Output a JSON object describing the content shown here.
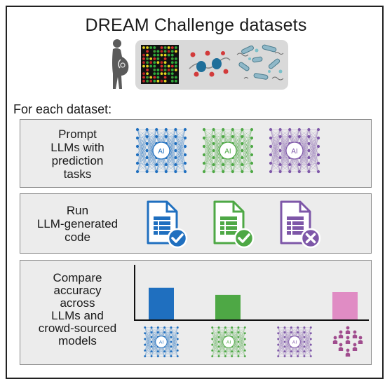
{
  "title": "DREAM Challenge datasets",
  "subheading": "For each dataset:",
  "steps": [
    {
      "label": "Prompt\nLLMs with\nprediction\ntasks"
    },
    {
      "label": "Run\nLLM-generated\ncode"
    },
    {
      "label": "Compare\naccuracy\nacross\nLLMs and\ncrowd-sourced\nmodels"
    }
  ],
  "network_label": "AI",
  "colors": {
    "blue": "#1f6fbf",
    "green": "#4ea845",
    "purple": "#7e57a8",
    "pink": "#e08cc4",
    "success": "#1f6fbf",
    "fail": "#7e57a8"
  },
  "code_results": [
    {
      "model": "blue",
      "outcome": "check-icon"
    },
    {
      "model": "green",
      "outcome": "check-icon"
    },
    {
      "model": "purple",
      "outcome": "cross-icon"
    }
  ],
  "chart_data": {
    "type": "bar",
    "categories": [
      "blue LLM",
      "green LLM",
      "purple LLM",
      "crowd-sourced models"
    ],
    "values": [
      0.58,
      0.45,
      0,
      0.5
    ],
    "ylim": [
      0,
      1
    ]
  }
}
